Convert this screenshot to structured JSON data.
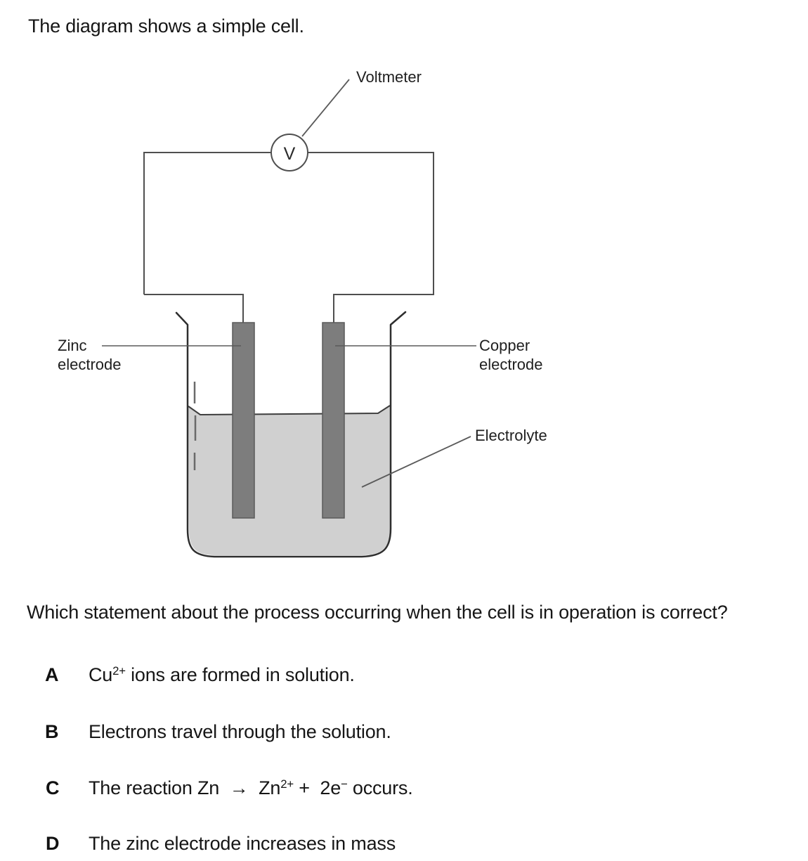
{
  "page": {
    "title": "The diagram shows a simple cell.",
    "question": "Which statement about the process occurring when the cell is in operation is correct?"
  },
  "diagram": {
    "voltmeter_label": "Voltmeter",
    "voltmeter_symbol": "V",
    "zinc_label": "Zinc electrode",
    "copper_label": "Copper electrode",
    "electrolyte_label": "Electrolyte",
    "colors": {
      "electrode": "#7d7d7d",
      "electrolyte_fill": "#d0d0d0",
      "outline": "#2e2e2e",
      "wire": "#4f4f4f",
      "leader_line": "#5a5a5a"
    }
  },
  "options": [
    {
      "letter": "A",
      "text": "Cu^{2+} ions are formed in solution."
    },
    {
      "letter": "B",
      "text": "Electrons travel through the solution."
    },
    {
      "letter": "C",
      "text": "The reaction Zn  →  Zn^{2+} +  2e^{−} occurs."
    },
    {
      "letter": "D",
      "text": "The zinc electrode increases in mass"
    }
  ]
}
